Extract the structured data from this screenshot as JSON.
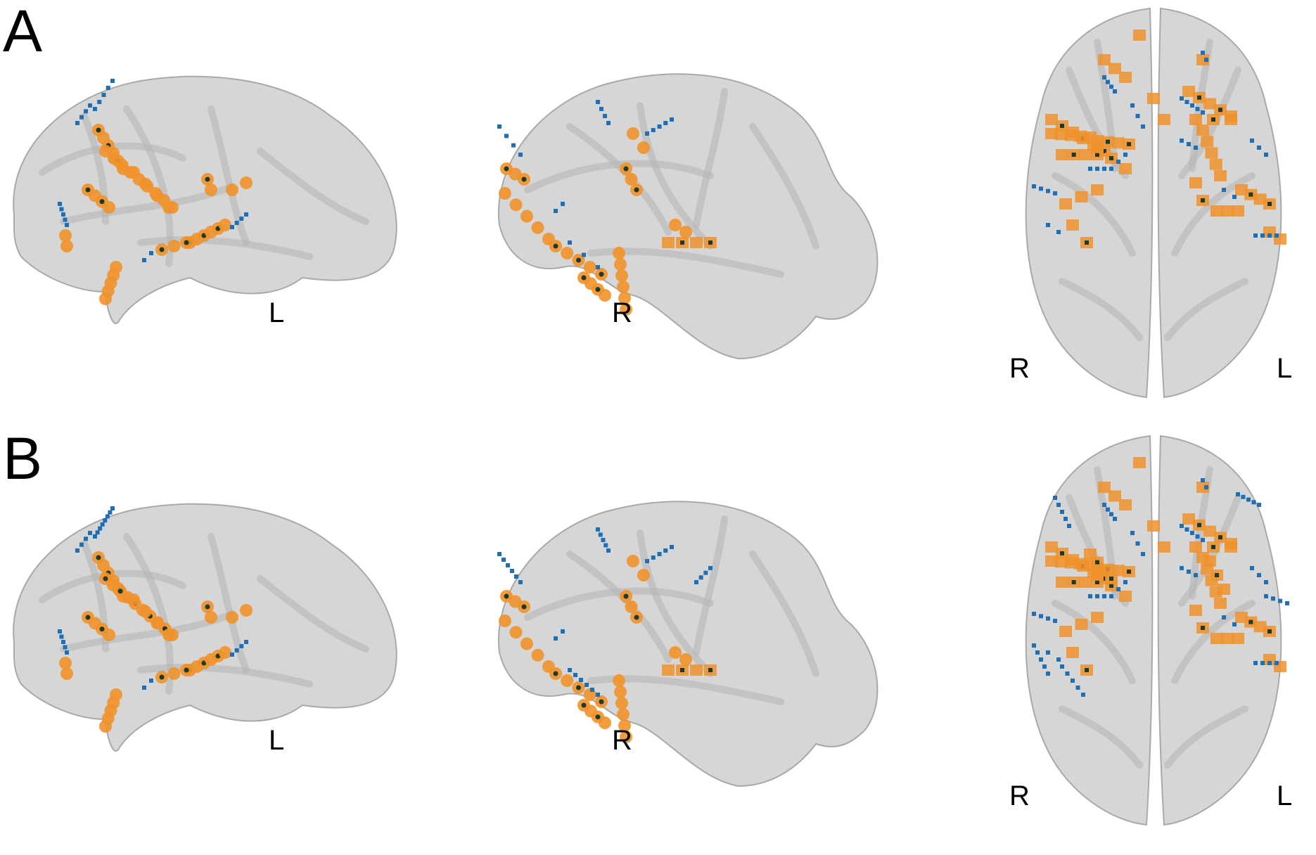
{
  "panels": [
    {
      "letter": "A",
      "views": [
        {
          "view": "lateral-left",
          "label": "L"
        },
        {
          "view": "lateral-right",
          "label": "R"
        },
        {
          "view": "dorsal",
          "label_left": "R",
          "label_right": "L"
        }
      ]
    },
    {
      "letter": "B",
      "views": [
        {
          "view": "lateral-left",
          "label": "L"
        },
        {
          "view": "lateral-right",
          "label": "R"
        },
        {
          "view": "dorsal",
          "label_left": "R",
          "label_right": "L"
        }
      ]
    }
  ],
  "colors": {
    "brain_fill": "#c8c8c8",
    "brain_fold": "#b4b4b4",
    "electrode_orange": "#f0922b",
    "electrode_blue": "#1f6fb4",
    "marker_dark": "#1f3a2a"
  }
}
